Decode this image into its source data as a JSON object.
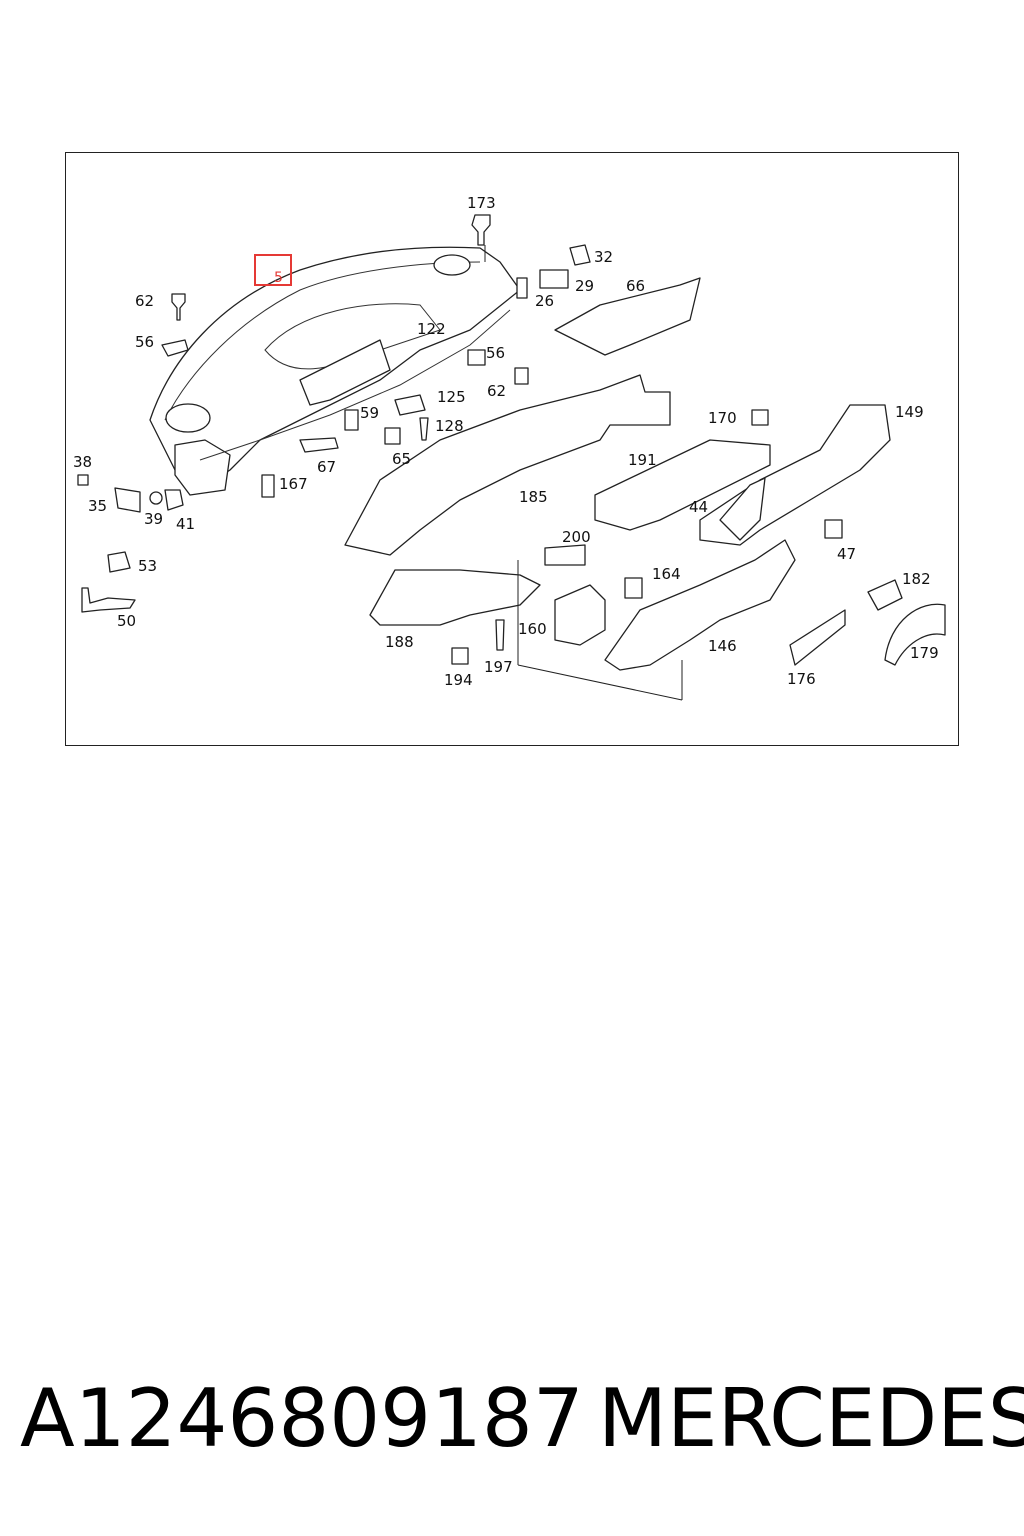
{
  "diagram": {
    "highlight_color": "#e53935",
    "highlighted_label": "5",
    "labels": {
      "l173": "173",
      "l32": "32",
      "l5": "5",
      "l29": "29",
      "l66": "66",
      "l26": "26",
      "l62a": "62",
      "l56a": "56",
      "l122": "122",
      "l56b": "56",
      "l62b": "62",
      "l125": "125",
      "l59": "59",
      "l128": "128",
      "l170": "170",
      "l149": "149",
      "l38": "38",
      "l67": "67",
      "l65": "65",
      "l191": "191",
      "l167": "167",
      "l35": "35",
      "l39": "39",
      "l41": "41",
      "l185": "185",
      "l44": "44",
      "l200": "200",
      "l47": "47",
      "l53": "53",
      "l164": "164",
      "l182": "182",
      "l50": "50",
      "l160": "160",
      "l188": "188",
      "l146": "146",
      "l197": "197",
      "l179": "179",
      "l194": "194",
      "l176": "176"
    }
  },
  "footer": {
    "part_number": "A1246809187",
    "brand": "MERCEDES"
  }
}
